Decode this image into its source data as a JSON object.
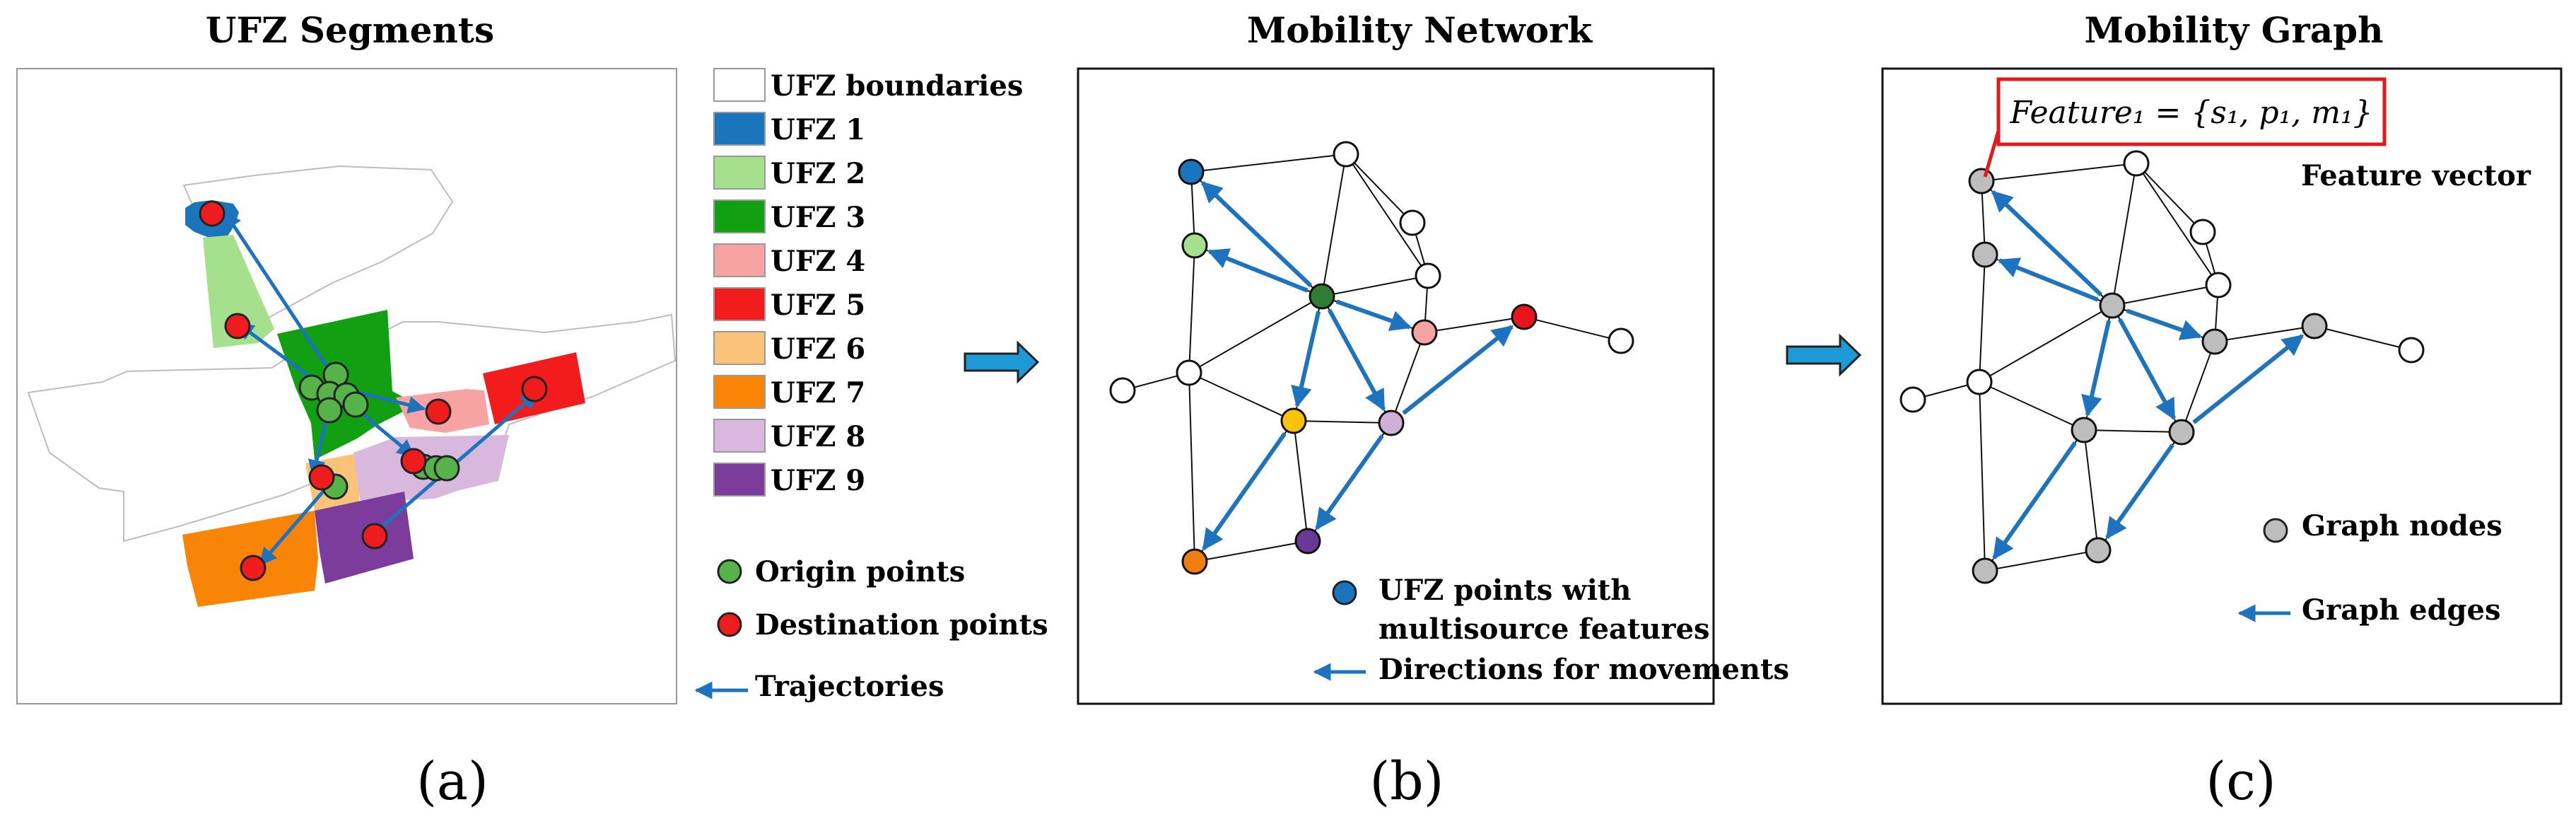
{
  "panels": {
    "a": {
      "title": "UFZ Segments",
      "caption": "(a)",
      "legend": [
        {
          "label": "UFZ boundaries",
          "color": "#ffffff"
        },
        {
          "label": "UFZ 1",
          "color": "#1a75bc"
        },
        {
          "label": "UFZ 2",
          "color": "#a5e08c"
        },
        {
          "label": "UFZ 3",
          "color": "#12a012"
        },
        {
          "label": "UFZ 4",
          "color": "#f8a3a3"
        },
        {
          "label": "UFZ 5",
          "color": "#f21c1c"
        },
        {
          "label": "UFZ 6",
          "color": "#fbc27a"
        },
        {
          "label": "UFZ 7",
          "color": "#fa8406"
        },
        {
          "label": "UFZ 8",
          "color": "#d8b8dc"
        },
        {
          "label": "UFZ 9",
          "color": "#7b3c9c"
        }
      ],
      "origin_label": "Origin points",
      "destination_label": "Destination points",
      "trajectories_label": "Trajectories"
    },
    "b": {
      "title": "Mobility Network",
      "caption": "(b)",
      "ufz_points_line1": "UFZ points with",
      "ufz_points_line2": "multisource features",
      "directions_label": "Directions for movements"
    },
    "c": {
      "title": "Mobility Graph",
      "caption": "(c)",
      "feature_text": "Feature₁ = {s₁, p₁, m₁}",
      "feature_vector_label": "Feature vector",
      "graph_nodes_label": "Graph nodes",
      "graph_edges_label": "Graph edges"
    }
  },
  "colors": {
    "arrow": "#1e73be",
    "origin": "#56b34a",
    "destination": "#ee1c1c",
    "graph_node": "#bdbdbd",
    "feature_box": "#e11b1b",
    "transition_arrow": "#1e9bd7"
  }
}
